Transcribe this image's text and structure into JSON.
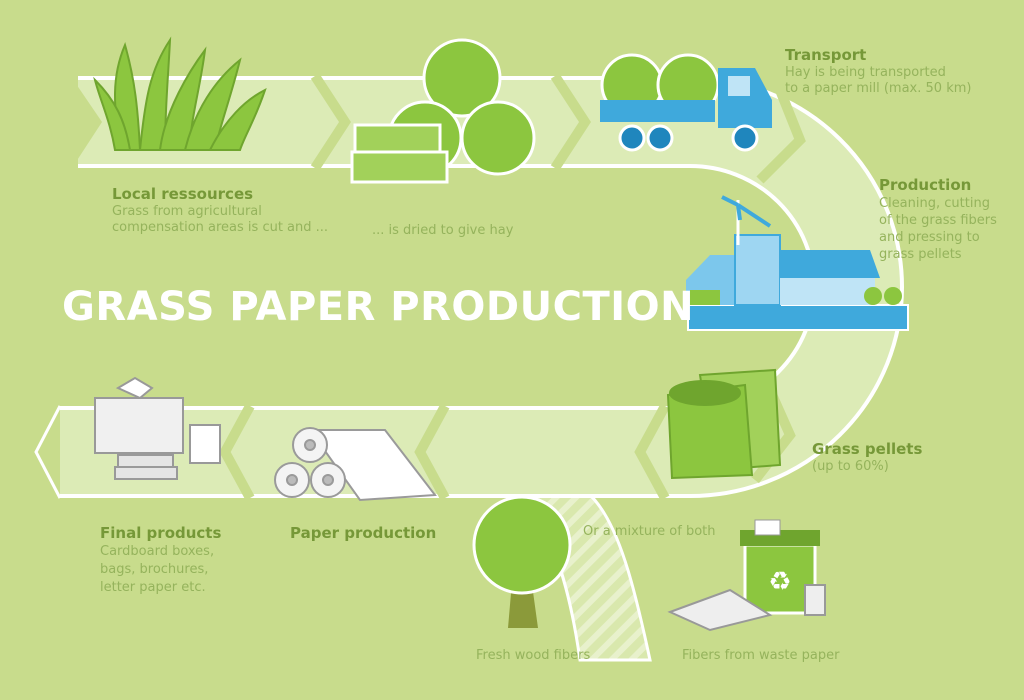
{
  "title": "GRASS PAPER PRODUCTION",
  "steps": {
    "local": {
      "heading": "Local ressources",
      "line1": "Grass from agricultural",
      "line2": "compensation areas is cut and ..."
    },
    "dried": {
      "text": "... is dried to give hay"
    },
    "transport": {
      "heading": "Transport",
      "line1": "Hay is being transported",
      "line2": "to a paper mill (max. 50 km)"
    },
    "production": {
      "heading": "Production",
      "line1": "Cleaning, cutting",
      "line2": "of the grass fibers",
      "line3": "and pressing to",
      "line4": "grass pellets"
    },
    "pellets": {
      "heading": "Grass pellets",
      "line1": "(up to 60%)"
    },
    "mixture": {
      "text": "Or a mixture of both"
    },
    "wood": {
      "text": "Fresh wood fibers"
    },
    "waste": {
      "text": "Fibers from waste paper"
    },
    "paper": {
      "heading": "Paper production"
    },
    "final": {
      "heading": "Final products",
      "line1": "Cardboard boxes,",
      "line2": "bags, brochures,",
      "line3": "letter paper etc."
    }
  },
  "colors": {
    "background": "#c8dc8c",
    "grass": "#8cc63f",
    "blue": "#3fa9dc",
    "heading": "#769838"
  }
}
